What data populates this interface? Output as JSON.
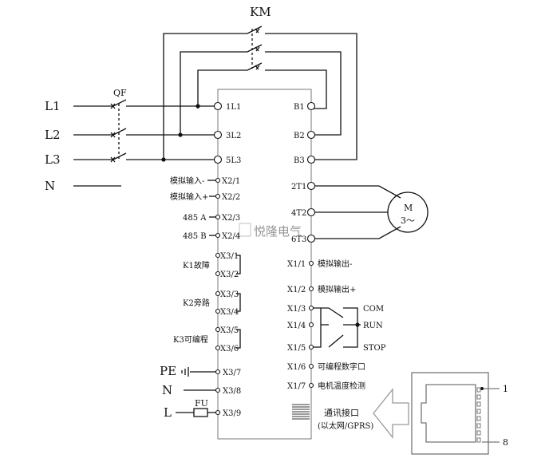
{
  "labels": {
    "km": "KM",
    "qf": "QF",
    "line_l1": "L1",
    "line_l2": "L2",
    "line_l3": "L3",
    "line_n": "N",
    "pe": "PE",
    "n2": "N",
    "fu": "FU",
    "l": "L",
    "motor_m": "M",
    "motor_3": "3～",
    "watermark": "悦隆电气",
    "comm_line1": "通讯接口",
    "comm_line2": "(以太网/GPRS)",
    "pin_1": "1",
    "pin_8": "8"
  },
  "left_terminals": {
    "t_1l1": "1L1",
    "t_3l2": "3L2",
    "t_5l3": "5L3",
    "t_x21": "X2/1",
    "t_x22": "X2/2",
    "t_x23": "X2/3",
    "t_x24": "X2/4",
    "t_x31": "X3/1",
    "t_x32": "X3/2",
    "t_x33": "X3/3",
    "t_x34": "X3/4",
    "t_x35": "X3/5",
    "t_x36": "X3/6",
    "t_x37": "X3/7",
    "t_x38": "X3/8",
    "t_x39": "X3/9"
  },
  "left_descriptions": {
    "analog_in_neg": "模拟输入-",
    "analog_in_pos": "模拟输入+",
    "rs485_a": "485 A",
    "rs485_b": "485 B",
    "k1_fault": "K1故障",
    "k2_bypass": "K2旁路",
    "k3_programmable": "K3可编程"
  },
  "right_terminals": {
    "t_b1": "B1",
    "t_b2": "B2",
    "t_b3": "B3",
    "t_2t1": "2T1",
    "t_4t2": "4T2",
    "t_6t3": "6T3",
    "t_x11": "X1/1",
    "t_x12": "X1/2",
    "t_x13": "X1/3",
    "t_x14": "X1/4",
    "t_x15": "X1/5",
    "t_x16": "X1/6",
    "t_x17": "X1/7"
  },
  "right_descriptions": {
    "analog_out_neg": "模拟输出-",
    "analog_out_pos": "模拟输出+",
    "com": "COM",
    "run": "RUN",
    "stop": "STOP",
    "prog_digital": "可编程数字口",
    "motor_temp": "电机温度检测"
  }
}
